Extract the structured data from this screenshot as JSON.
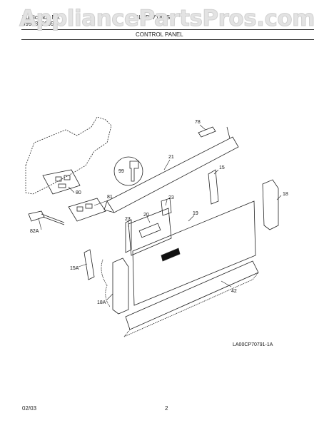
{
  "watermark": "AppliancePartsPros.com",
  "header": {
    "publication_label": "Publication No.",
    "publication_number": "5995386009",
    "model": "GLEB27T8ASC",
    "section_title": "CONTROL PANEL"
  },
  "callouts": {
    "c78": "78",
    "c21": "21",
    "c99": "99",
    "c15": "15",
    "c80": "80",
    "c81": "81",
    "c23a": "23",
    "c23b": "23",
    "c20": "20",
    "c19": "19",
    "c18": "18",
    "c82A": "82A",
    "c15A": "15A",
    "c18A": "18A",
    "c42": "42"
  },
  "figure_code": "LA00CP70791-1A",
  "footer": {
    "date": "02/03",
    "page": "2"
  }
}
